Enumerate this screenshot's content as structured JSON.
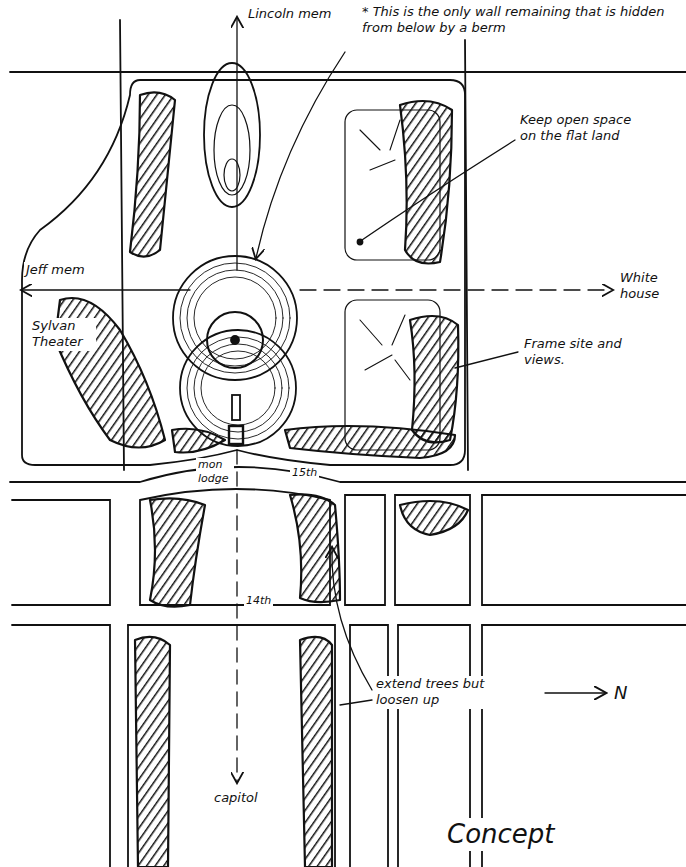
{
  "diagram": {
    "caption": "Concept",
    "labels": [
      "Lincoln mem",
      "* This is the only wall remaining that is hidden from below by a berm",
      "Keep open space on the flat land",
      "Jeff mem",
      "White house",
      "Frame site and views.",
      "Sylvan Theater",
      "mon lodge",
      "15th",
      "14th",
      "extend trees but loosen up",
      "capitol",
      "N"
    ]
  }
}
